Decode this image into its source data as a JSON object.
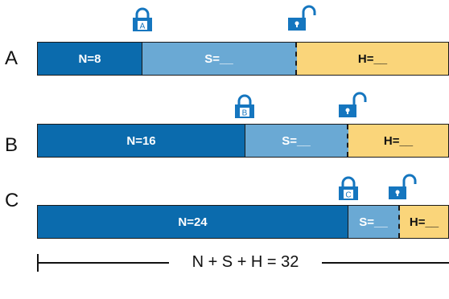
{
  "rows": [
    {
      "label": "A",
      "n": "N=8",
      "s": "S=__",
      "h": "H=__",
      "lock_letter": "A"
    },
    {
      "label": "B",
      "n": "N=16",
      "s": "S=__",
      "h": "H=__",
      "lock_letter": "B"
    },
    {
      "label": "C",
      "n": "N=24",
      "s": "S=__",
      "h": "H=__",
      "lock_letter": "C"
    }
  ],
  "formula": "N + S + H = 32",
  "colors": {
    "network": "#0b6bad",
    "subnet": "#6aa9d4",
    "host": "#fad57a",
    "lock": "#1576bf"
  },
  "icons": [
    "closed-lock-icon",
    "open-lock-icon"
  ]
}
